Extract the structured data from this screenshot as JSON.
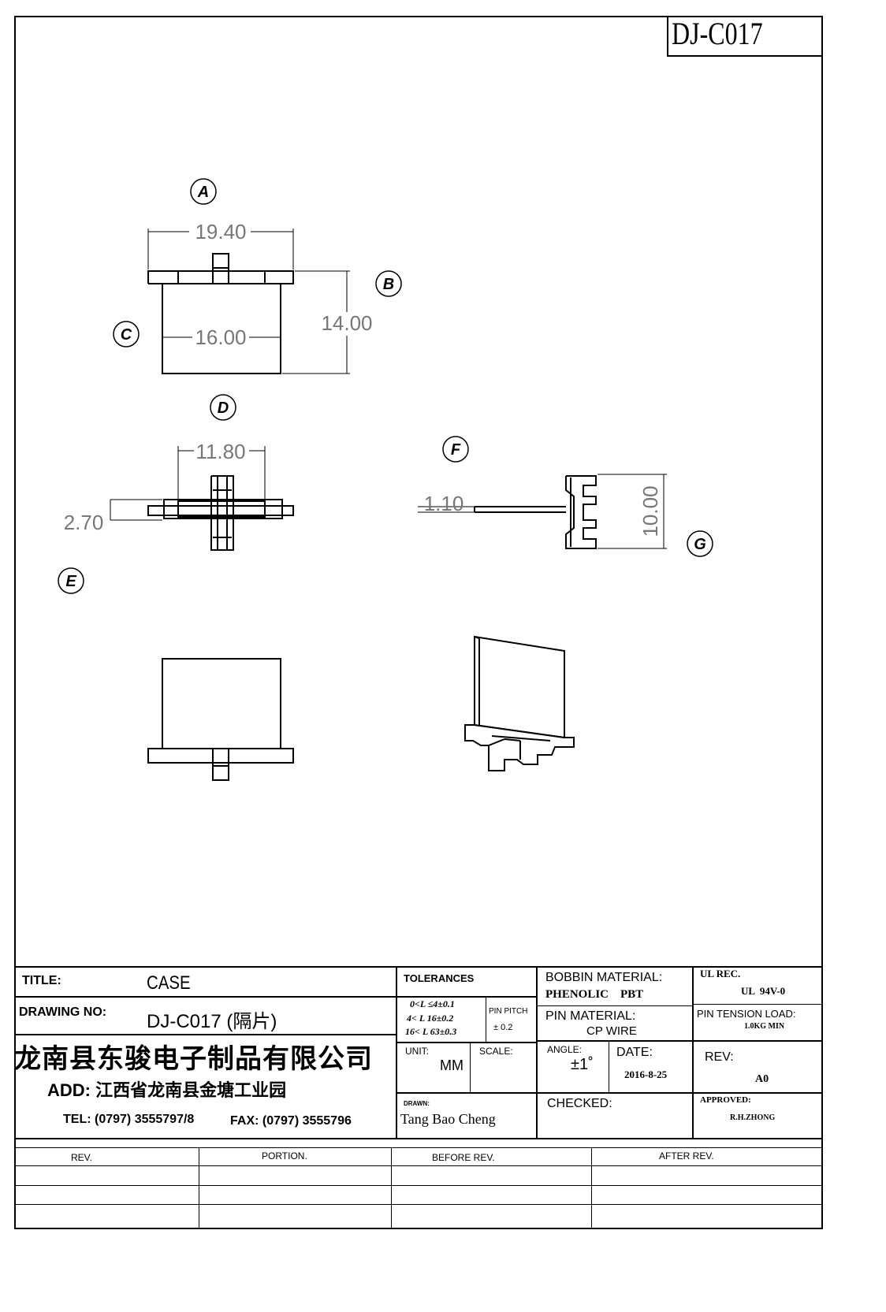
{
  "header": {
    "part_number": "DJ-C017"
  },
  "views": {
    "A": "A",
    "B": "B",
    "C": "C",
    "D": "D",
    "E": "E",
    "F": "F",
    "G": "G"
  },
  "dimensions": {
    "d1": "19.40",
    "d2": "14.00",
    "d3": "16.00",
    "d4": "11.80",
    "d5": "2.70",
    "d6": "1.10",
    "d7": "10.00"
  },
  "title_block": {
    "title_label": "TITLE:",
    "title_value": "CASE",
    "drawing_no_label": "DRAWING NO:",
    "drawing_no_value": "DJ-C017 (隔片)",
    "company": "龙南县东骏电子制品有限公司",
    "address": "ADD: 江西省龙南县金塘工业园",
    "tel": "TEL: (0797) 3555797/8",
    "fax": "FAX: (0797) 3555796",
    "tolerances_label": "TOLERANCES",
    "tol_1": "0<L ≤4±0.1",
    "tol_2": "4< L  16±0.2",
    "tol_3": "16< L 63±0.3",
    "pin_pitch_label": "PIN PITCH",
    "pin_pitch_value": "± 0.2",
    "unit_label": "UNIT:",
    "unit_value": "MM",
    "scale_label": "SCALE:",
    "drawn_label": "DRAWN:",
    "drawn_value": "Tang Bao Cheng",
    "bobbin_material_label": "BOBBIN MATERIAL:",
    "bobbin_material_value": "PHENOLIC    PBT",
    "pin_material_label": "PIN MATERIAL:",
    "pin_material_value": "CP WIRE",
    "angle_label": "ANGLE:",
    "angle_value": "±1˚",
    "date_label": "DATE:",
    "date_value": "2016-8-25",
    "checked_label": "CHECKED:",
    "ul_label": "UL REC.",
    "ul_value": "UL  94V-0",
    "pin_tension_label": "PIN TENSION LOAD:",
    "pin_tension_value": "1.0KG MIN",
    "rev_label": "REV:",
    "rev_value": "A0",
    "approved_label": "APPROVED:",
    "approved_value": "R.H.ZHONG"
  },
  "revision_table": {
    "headers": [
      "REV.",
      "PORTION.",
      "BEFORE REV.",
      "AFTER REV."
    ]
  }
}
